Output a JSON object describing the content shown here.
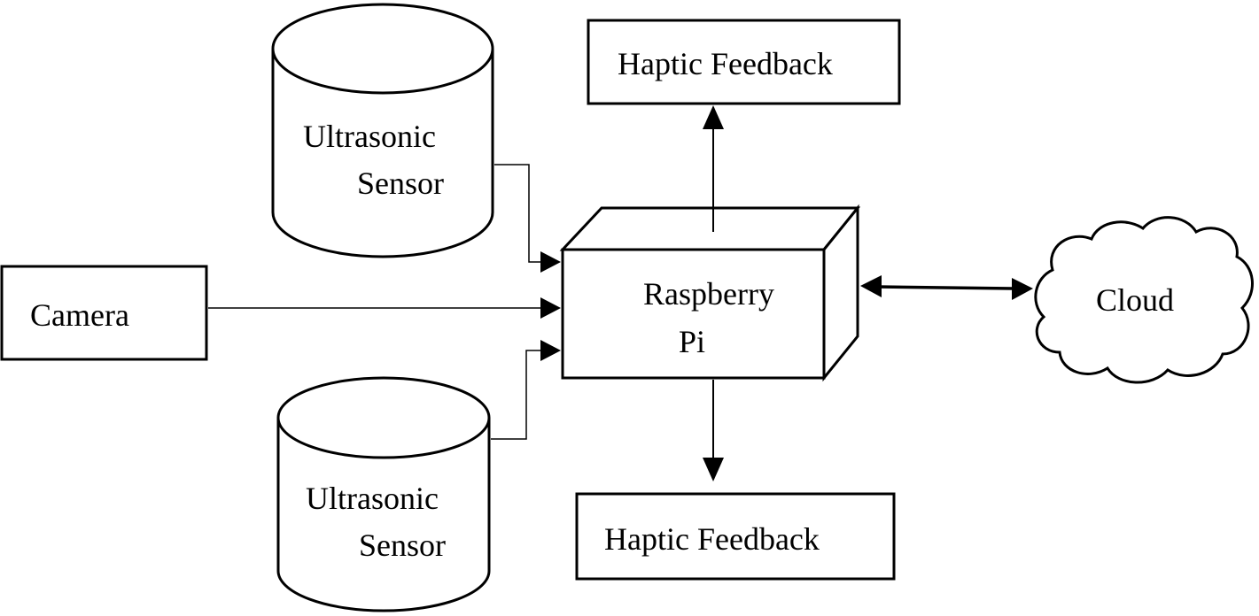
{
  "nodes": {
    "ultrasonic_top": {
      "line1": "Ultrasonic",
      "line2": "Sensor"
    },
    "ultrasonic_bottom": {
      "line1": "Ultrasonic",
      "line2": "Sensor"
    },
    "camera": {
      "label": "Camera"
    },
    "raspberry_pi": {
      "line1": "Raspberry",
      "line2": "Pi"
    },
    "haptic_top": {
      "label": "Haptic Feedback"
    },
    "haptic_bottom": {
      "label": "Haptic Feedback"
    },
    "cloud": {
      "label": "Cloud"
    }
  },
  "edges": [
    {
      "from": "ultrasonic_top",
      "to": "raspberry_pi",
      "direction": "forward"
    },
    {
      "from": "camera",
      "to": "raspberry_pi",
      "direction": "forward"
    },
    {
      "from": "ultrasonic_bottom",
      "to": "raspberry_pi",
      "direction": "forward"
    },
    {
      "from": "raspberry_pi",
      "to": "haptic_top",
      "direction": "forward"
    },
    {
      "from": "raspberry_pi",
      "to": "haptic_bottom",
      "direction": "forward"
    },
    {
      "from": "raspberry_pi",
      "to": "cloud",
      "direction": "both"
    }
  ]
}
